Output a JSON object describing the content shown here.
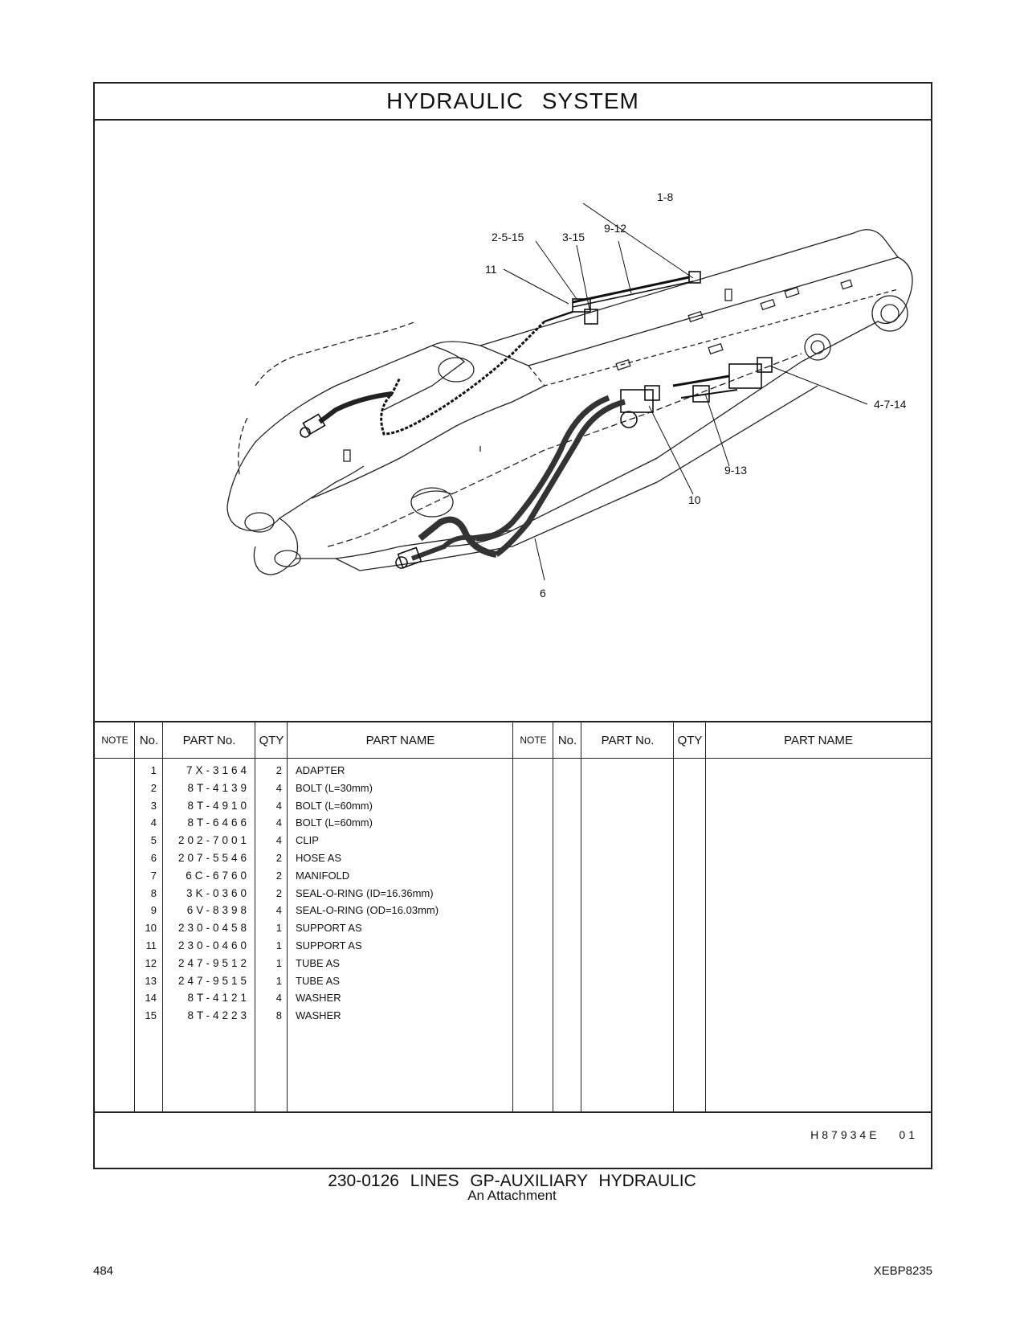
{
  "title": "HYDRAULIC  SYSTEM",
  "callouts": {
    "c1_8": "1-8",
    "c2_5_15": "2-5-15",
    "c3_15": "3-15",
    "c9_12": "9-12",
    "c11": "11",
    "c4_7_14": "4-7-14",
    "c9_13": "9-13",
    "c10": "10",
    "c6": "6"
  },
  "table": {
    "headers": {
      "note": "NOTE",
      "no": "No.",
      "part_no": "PART No.",
      "qty": "QTY",
      "part_name": "PART NAME"
    },
    "rows": [
      {
        "no": "1",
        "part_no": "7X-3164",
        "qty": "2",
        "name": "ADAPTER"
      },
      {
        "no": "2",
        "part_no": "8T-4139",
        "qty": "4",
        "name": "BOLT (L=30mm)"
      },
      {
        "no": "3",
        "part_no": "8T-4910",
        "qty": "4",
        "name": "BOLT (L=60mm)"
      },
      {
        "no": "4",
        "part_no": "8T-6466",
        "qty": "4",
        "name": "BOLT (L=60mm)"
      },
      {
        "no": "5",
        "part_no": "202-7001",
        "qty": "4",
        "name": "CLIP"
      },
      {
        "no": "6",
        "part_no": "207-5546",
        "qty": "2",
        "name": "HOSE  AS"
      },
      {
        "no": "7",
        "part_no": "6C-6760",
        "qty": "2",
        "name": "MANIFOLD"
      },
      {
        "no": "8",
        "part_no": "3K-0360",
        "qty": "2",
        "name": "SEAL-O-RING (ID=16.36mm)"
      },
      {
        "no": "9",
        "part_no": "6V-8398",
        "qty": "4",
        "name": "SEAL-O-RING (OD=16.03mm)"
      },
      {
        "no": "10",
        "part_no": "230-0458",
        "qty": "1",
        "name": "SUPPORT  AS"
      },
      {
        "no": "11",
        "part_no": "230-0460",
        "qty": "1",
        "name": "SUPPORT  AS"
      },
      {
        "no": "12",
        "part_no": "247-9512",
        "qty": "1",
        "name": "TUBE  AS"
      },
      {
        "no": "13",
        "part_no": "247-9515",
        "qty": "1",
        "name": "TUBE  AS"
      },
      {
        "no": "14",
        "part_no": "8T-4121",
        "qty": "4",
        "name": "WASHER"
      },
      {
        "no": "15",
        "part_no": "8T-4223",
        "qty": "8",
        "name": "WASHER"
      }
    ]
  },
  "footer_code": "H87934E  01",
  "caption_main": "230-0126  LINES  GP-AUXILIARY  HYDRAULIC",
  "caption_sub": "An Attachment",
  "page_number": "484",
  "doc_code": "XEBP8235"
}
